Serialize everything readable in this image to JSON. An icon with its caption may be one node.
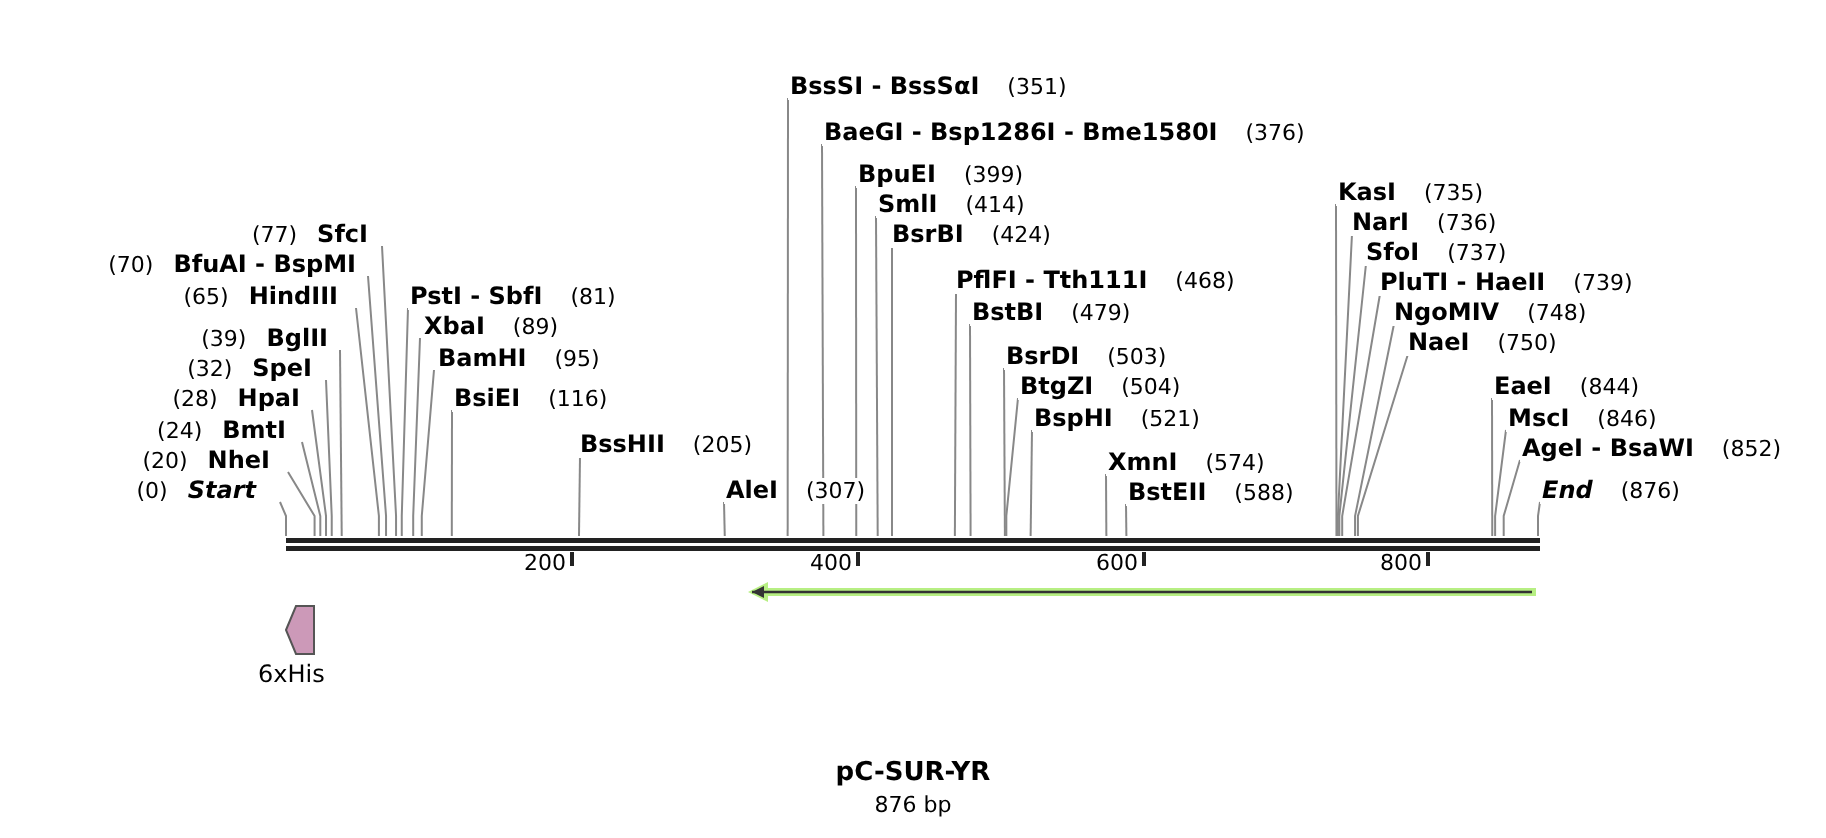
{
  "diagram": {
    "title": "pC-SUR-YR",
    "caption": "876 bp",
    "nodes": [
      {
        "text": [
          "(0)",
          "Start"
        ]
      },
      {
        "text": [
          "(20)",
          "NheI"
        ]
      },
      {
        "text": [
          "(24)",
          "BmtI"
        ]
      },
      {
        "text": [
          "(28)",
          "HpaI"
        ]
      },
      {
        "text": [
          "(32)",
          "SpeI"
        ]
      },
      {
        "text": [
          "(39)",
          "BglII"
        ]
      },
      {
        "text": [
          "(65)",
          "HindIII"
        ]
      },
      {
        "text": [
          "(70)",
          "BfuAI - BspMI"
        ]
      },
      {
        "text": [
          "(77)",
          "SfcI"
        ]
      },
      {
        "text": [
          "PstI - SbfI",
          "(81)"
        ]
      },
      {
        "text": [
          "XbaI",
          "(89)"
        ]
      },
      {
        "text": [
          "BamHI",
          "(95)"
        ]
      },
      {
        "text": [
          "BsiEI",
          "(116)"
        ]
      },
      {
        "text": [
          "BssHII",
          "(205)"
        ]
      },
      {
        "text": [
          "AleI",
          "(307)"
        ]
      },
      {
        "text": [
          "BssSI - BssSαI",
          "(351)"
        ]
      },
      {
        "text": [
          "BaeGI - Bsp1286I - Bme1580I",
          "(376)"
        ]
      },
      {
        "text": [
          "BpuEI",
          "(399)"
        ]
      },
      {
        "text": [
          "SmlI",
          "(414)"
        ]
      },
      {
        "text": [
          "BsrBI",
          "(424)"
        ]
      },
      {
        "text": [
          "PflFI - Tth111I",
          "(468)"
        ]
      },
      {
        "text": [
          "BstBI",
          "(479)"
        ]
      },
      {
        "text": [
          "BsrDI",
          "(503)"
        ]
      },
      {
        "text": [
          "BtgZI",
          "(504)"
        ]
      },
      {
        "text": [
          "BspHI",
          "(521)"
        ]
      },
      {
        "text": [
          "XmnI",
          "(574)"
        ]
      },
      {
        "text": [
          "BstEII",
          "(588)"
        ]
      },
      {
        "text": [
          "KasI",
          "(735)"
        ]
      },
      {
        "text": [
          "NarI",
          "(736)"
        ]
      },
      {
        "text": [
          "SfoI",
          "(737)"
        ]
      },
      {
        "text": [
          "PluTI - HaeII",
          "(739)"
        ]
      },
      {
        "text": [
          "NgoMIV",
          "(748)"
        ]
      },
      {
        "text": [
          "NaeI",
          "(750)"
        ]
      },
      {
        "text": [
          "EaeI",
          "(844)"
        ]
      },
      {
        "text": [
          "MscI",
          "(846)"
        ]
      },
      {
        "text": [
          "AgeI - BsaWI",
          "(852)"
        ]
      },
      {
        "text": [
          "End",
          "(876)"
        ]
      },
      {
        "text": [],
        "shape": "bar"
      },
      {
        "text": [
          "6xHis"
        ]
      },
      {
        "text": [],
        "shape": "arrow"
      }
    ],
    "edges": [
      {
        "from": 0,
        "to": 37,
        "arrow": "none"
      },
      {
        "from": 1,
        "to": 37,
        "arrow": "none"
      },
      {
        "from": 2,
        "to": 37,
        "arrow": "none"
      },
      {
        "from": 3,
        "to": 37,
        "arrow": "none"
      },
      {
        "from": 4,
        "to": 37,
        "arrow": "none"
      },
      {
        "from": 5,
        "to": 37,
        "arrow": "none"
      },
      {
        "from": 6,
        "to": 37,
        "arrow": "none"
      },
      {
        "from": 7,
        "to": 37,
        "arrow": "none"
      },
      {
        "from": 8,
        "to": 37,
        "arrow": "none"
      },
      {
        "from": 9,
        "to": 37,
        "arrow": "none"
      },
      {
        "from": 10,
        "to": 37,
        "arrow": "none"
      },
      {
        "from": 11,
        "to": 37,
        "arrow": "none"
      },
      {
        "from": 12,
        "to": 37,
        "arrow": "none"
      },
      {
        "from": 13,
        "to": 37,
        "arrow": "none"
      },
      {
        "from": 14,
        "to": 37,
        "arrow": "none"
      },
      {
        "from": 15,
        "to": 37,
        "arrow": "none"
      },
      {
        "from": 16,
        "to": 37,
        "arrow": "none"
      },
      {
        "from": 17,
        "to": 37,
        "arrow": "none"
      },
      {
        "from": 18,
        "to": 37,
        "arrow": "none"
      },
      {
        "from": 19,
        "to": 37,
        "arrow": "none"
      },
      {
        "from": 20,
        "to": 37,
        "arrow": "none"
      },
      {
        "from": 21,
        "to": 37,
        "arrow": "none"
      },
      {
        "from": 22,
        "to": 37,
        "arrow": "none"
      },
      {
        "from": 23,
        "to": 37,
        "arrow": "none"
      },
      {
        "from": 24,
        "to": 37,
        "arrow": "none"
      },
      {
        "from": 25,
        "to": 37,
        "arrow": "none"
      },
      {
        "from": 26,
        "to": 37,
        "arrow": "none"
      },
      {
        "from": 27,
        "to": 37,
        "arrow": "none"
      },
      {
        "from": 28,
        "to": 37,
        "arrow": "none"
      },
      {
        "from": 29,
        "to": 37,
        "arrow": "none"
      },
      {
        "from": 30,
        "to": 37,
        "arrow": "none"
      },
      {
        "from": 31,
        "to": 37,
        "arrow": "none"
      },
      {
        "from": 32,
        "to": 37,
        "arrow": "none"
      },
      {
        "from": 33,
        "to": 37,
        "arrow": "none"
      },
      {
        "from": 34,
        "to": 37,
        "arrow": "none"
      },
      {
        "from": 35,
        "to": 37,
        "arrow": "none"
      },
      {
        "from": 36,
        "to": 37,
        "arrow": "none"
      }
    ],
    "labels": [
      "200",
      "400",
      "600",
      "800"
    ]
  }
}
